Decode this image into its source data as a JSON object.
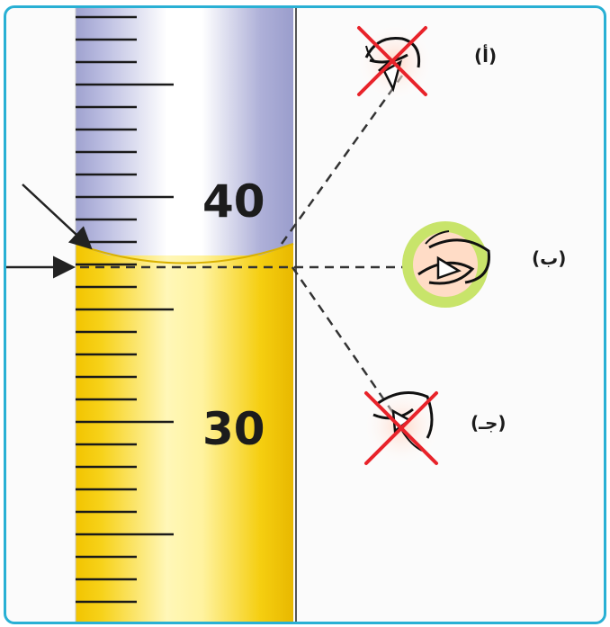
{
  "scale": {
    "labels": [
      "40",
      "30"
    ]
  },
  "viewpoints": [
    {
      "label": "(أ)",
      "status": "incorrect",
      "icon": "eye-crossed-icon"
    },
    {
      "label": "(ب)",
      "status": "correct",
      "icon": "eye-icon"
    },
    {
      "label": "(جـ)",
      "status": "incorrect",
      "icon": "eye-crossed-icon"
    }
  ],
  "colors": {
    "frame": "#29b0d4",
    "liquid": "#f7cf1a",
    "air": "#b7b9db",
    "correct": "#c8e46a",
    "incorrect": "#e8232a"
  }
}
